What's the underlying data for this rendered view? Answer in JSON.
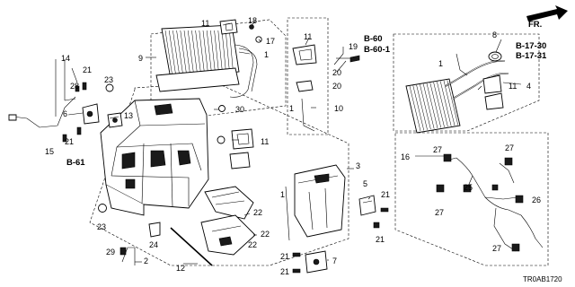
{
  "diagram": {
    "part_numbers": {
      "p1a": "1",
      "p1b": "1",
      "p1c": "1",
      "p1d": "1",
      "p2": "2",
      "p3": "3",
      "p4": "4",
      "p5": "5",
      "p6": "6",
      "p7": "7",
      "p8": "8",
      "p9": "9",
      "p10": "10",
      "p11a": "11",
      "p11b": "11",
      "p11c": "11",
      "p11d": "11",
      "p12": "12",
      "p13": "13",
      "p14": "14",
      "p15": "15",
      "p16": "16",
      "p17": "17",
      "p18": "18",
      "p19": "19",
      "p20a": "20",
      "p20b": "20",
      "p21a": "21",
      "p21b": "21",
      "p21c": "21",
      "p21d": "21",
      "p21e": "21",
      "p21f": "21",
      "p22a": "22",
      "p22b": "22",
      "p22c": "22",
      "p23a": "23",
      "p23b": "23",
      "p24": "24",
      "p25": "25",
      "p26": "26",
      "p27a": "27",
      "p27b": "27",
      "p27c": "27",
      "p27d": "27",
      "p28": "28",
      "p29": "29",
      "p30": "30"
    },
    "refs": {
      "b60": "B-60",
      "b601": "B-60-1",
      "b1730": "B-17-30",
      "b1731": "B-17-31",
      "b61": "B-61"
    },
    "direction": "FR.",
    "code": "TR0AB1720"
  }
}
